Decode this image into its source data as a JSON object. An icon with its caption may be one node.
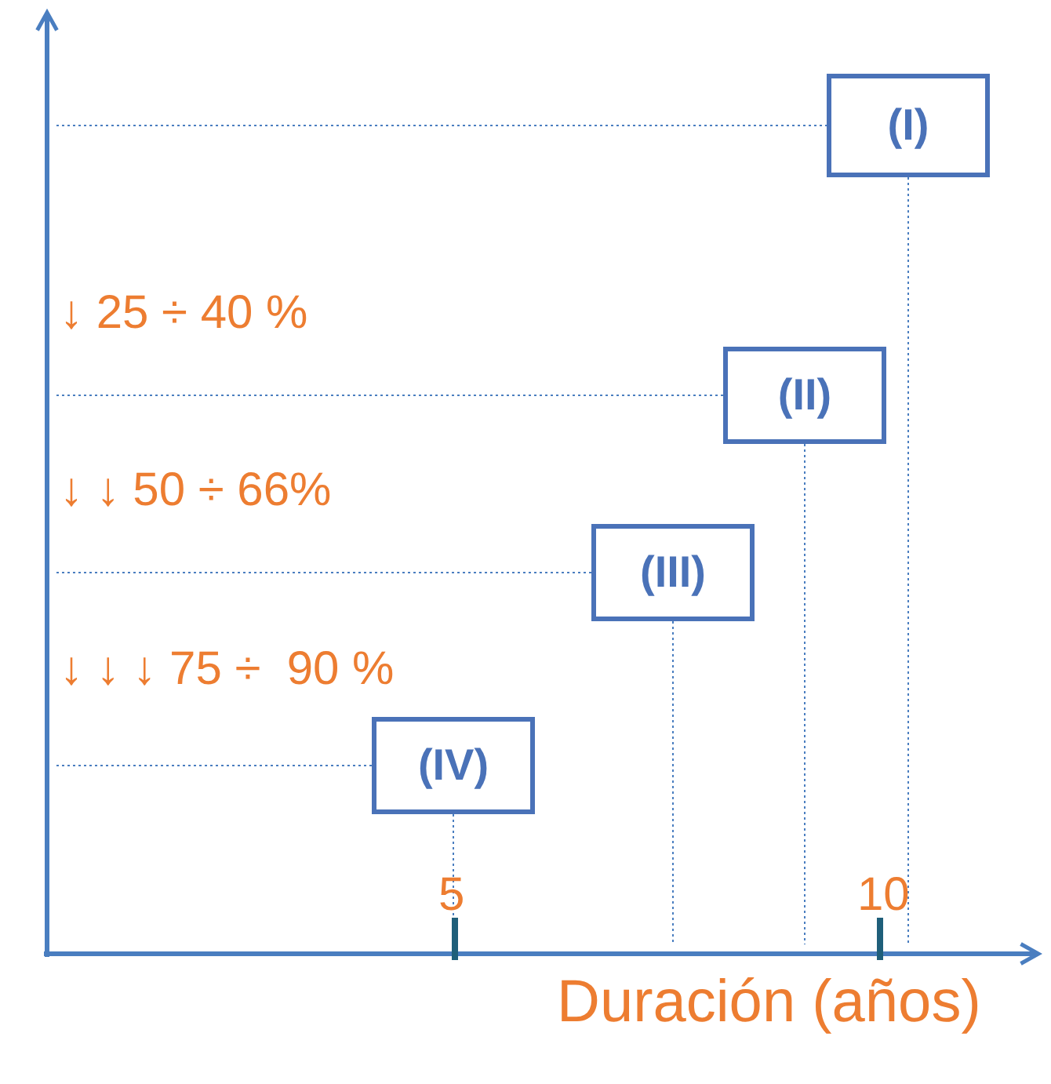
{
  "diagram": {
    "nodes": [
      {
        "text": [
          "(I)"
        ]
      },
      {
        "text": [
          "(II)"
        ]
      },
      {
        "text": [
          "(III)"
        ]
      },
      {
        "text": [
          "(IV)"
        ]
      }
    ],
    "edges": [],
    "labels": [
      "↓ 25 ÷ 40 %",
      "↓ ↓ 50 ÷ 66%",
      "↓ ↓ ↓ 75 ÷  90 %",
      "5",
      "10",
      "Duración (años)"
    ]
  }
}
